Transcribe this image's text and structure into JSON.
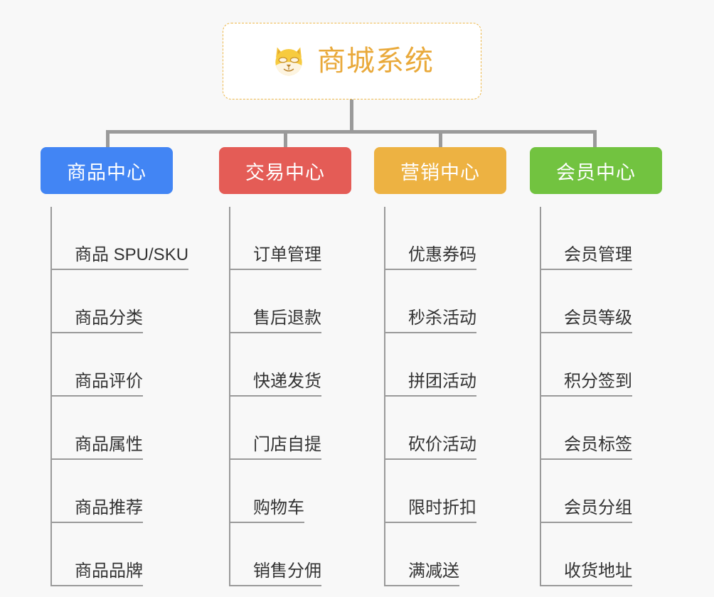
{
  "background_color": "#f8f8f8",
  "root": {
    "title": "商城系统",
    "icon": "shiba-dog-face-emoji",
    "title_color": "#e9a93a",
    "border_color": "#edb84a"
  },
  "connector_color": "#9a9a9a",
  "categories": [
    {
      "label": "商品中心",
      "color": "#4285f4",
      "items": [
        "商品 SPU/SKU",
        "商品分类",
        "商品评价",
        "商品属性",
        "商品推荐",
        "商品品牌"
      ]
    },
    {
      "label": "交易中心",
      "color": "#e45c56",
      "items": [
        "订单管理",
        "售后退款",
        "快递发货",
        "门店自提",
        "购物车",
        "销售分佣"
      ]
    },
    {
      "label": "营销中心",
      "color": "#edb242",
      "items": [
        "优惠券码",
        "秒杀活动",
        "拼团活动",
        "砍价活动",
        "限时折扣",
        "满减送"
      ]
    },
    {
      "label": "会员中心",
      "color": "#72c340",
      "items": [
        "会员管理",
        "会员等级",
        "积分签到",
        "会员标签",
        "会员分组",
        "收货地址"
      ]
    }
  ]
}
